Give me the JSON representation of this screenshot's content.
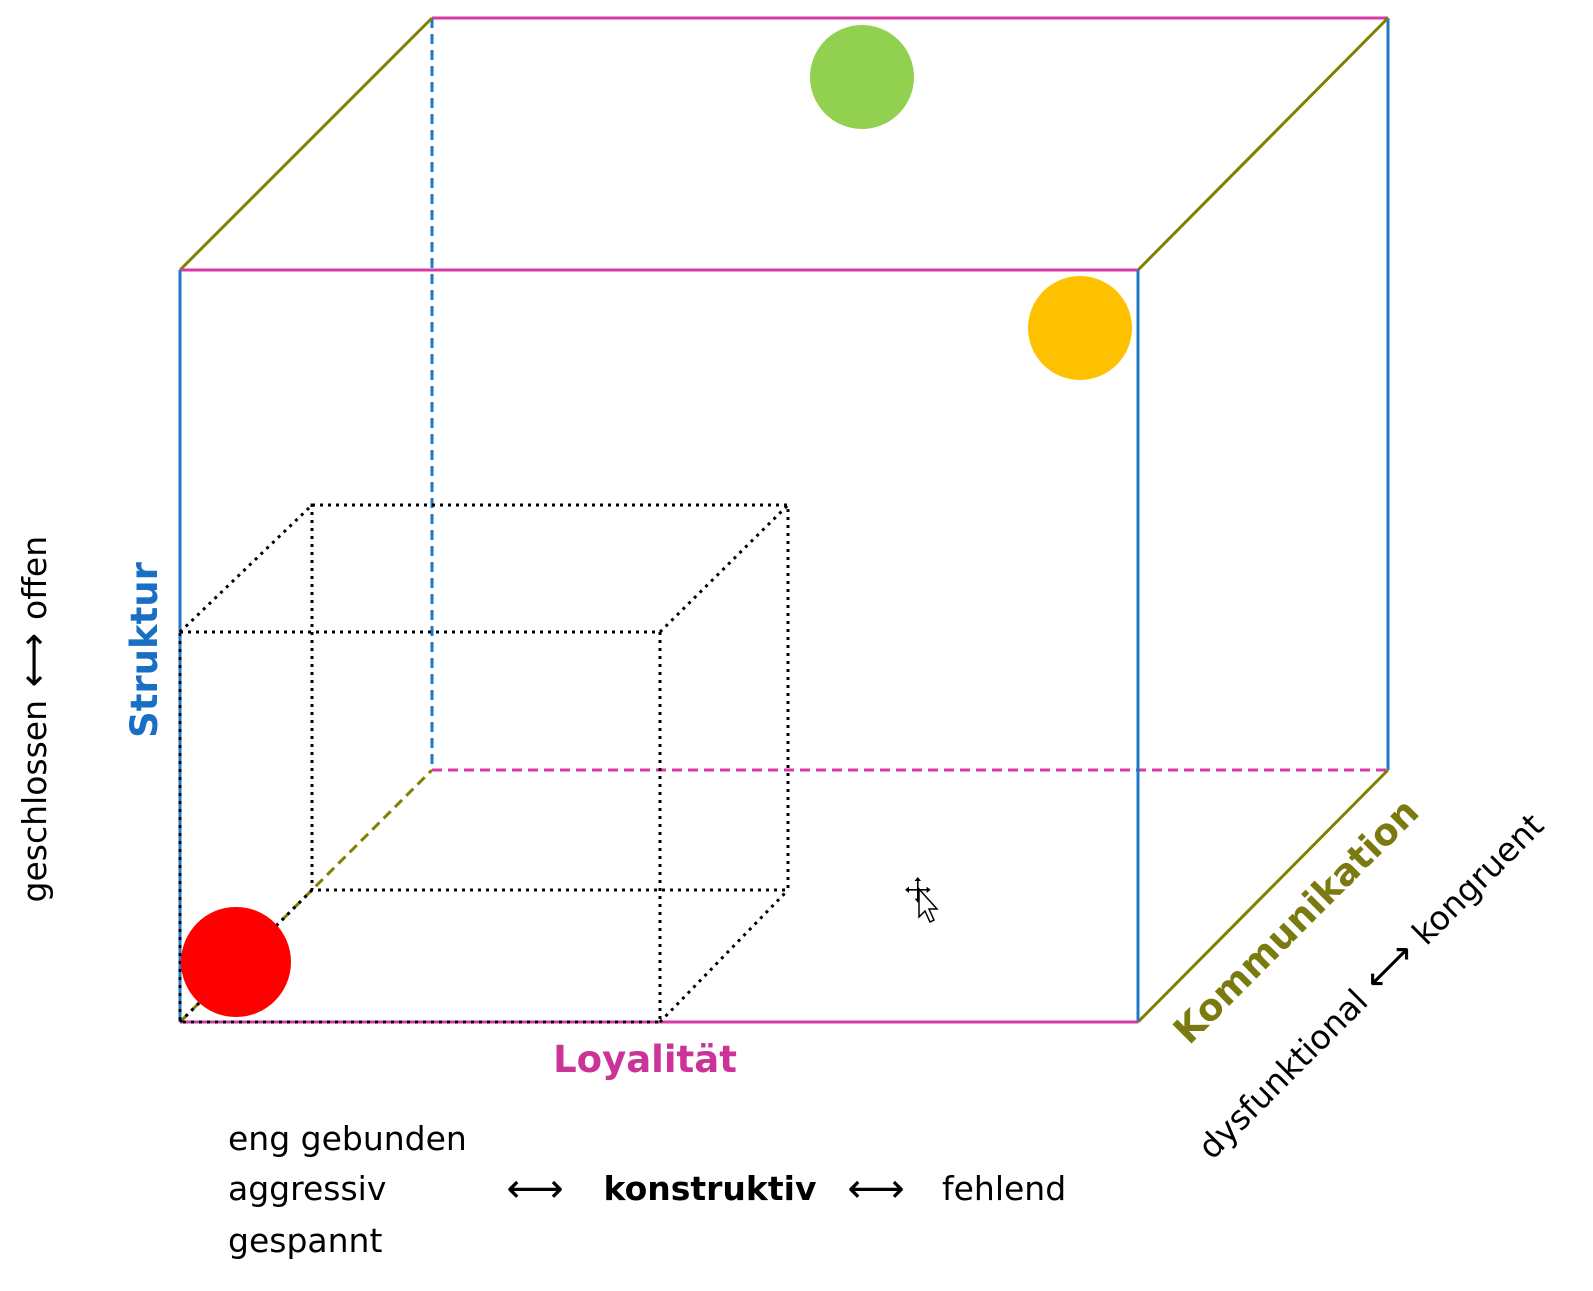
{
  "axes": {
    "struktur": {
      "label": "Struktur",
      "color": "#1a6fc4",
      "range_left": "geschlossen",
      "arrow": "⟷",
      "range_right": "offen"
    },
    "loyalitaet": {
      "label": "Loyalität",
      "color": "#cc3399"
    },
    "kommunikation": {
      "label": "Kommunikation",
      "color": "#7a7a10",
      "range_left": "dysfunktional",
      "arrow": "⟷",
      "range_right": "kongruent"
    }
  },
  "loyalty_scale": {
    "left_terms": [
      "eng gebunden",
      "aggressiv",
      "gespannt"
    ],
    "arrow_left": "⟷",
    "center": "konstruktiv",
    "arrow_right": "⟷",
    "right_term": "fehlend"
  },
  "markers": [
    {
      "name": "green",
      "color": "#92d050"
    },
    {
      "name": "orange",
      "color": "#ffc000"
    },
    {
      "name": "red",
      "color": "#ff0000"
    }
  ],
  "colors": {
    "pink_edge": "#d63ba5",
    "blue_edge": "#1f78c8",
    "olive_edge": "#808000",
    "inner_cube": "#000000"
  }
}
